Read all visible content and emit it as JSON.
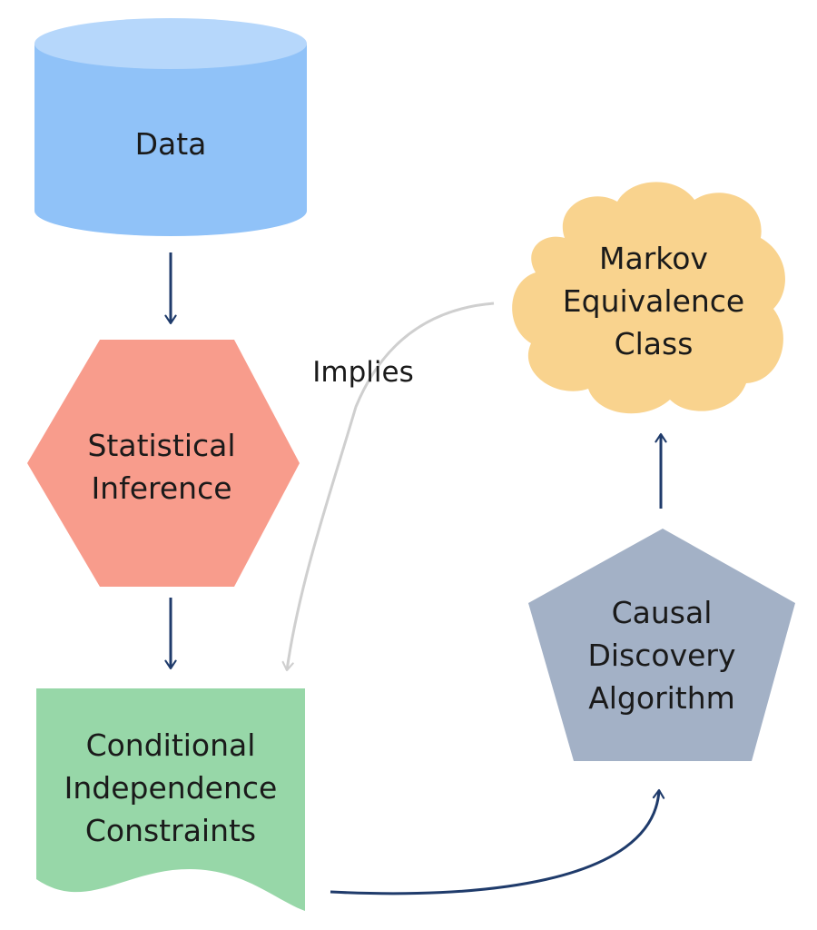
{
  "colors": {
    "data": "#90c2f8",
    "data_top": "#b6d7fb",
    "inference": "#f89c8c",
    "constraints": "#97d7a8",
    "algorithm": "#a3b1c6",
    "equivalence": "#f9d38e",
    "main_arrow": "#1f3b6b",
    "implies_arrow": "#cfcfcf"
  },
  "nodes": {
    "data": {
      "lines": [
        "Data"
      ],
      "shape": "cylinder"
    },
    "inference": {
      "lines": [
        "Statistical",
        "Inference"
      ],
      "shape": "hexagon"
    },
    "constraints": {
      "lines": [
        "Conditional",
        "Independence",
        "Constraints"
      ],
      "shape": "document"
    },
    "algorithm": {
      "lines": [
        "Causal",
        "Discovery",
        "Algorithm"
      ],
      "shape": "pentagon"
    },
    "equivalence": {
      "lines": [
        "Markov",
        "Equivalence",
        "Class"
      ],
      "shape": "cloud"
    }
  },
  "edges": {
    "implies_label": "Implies"
  }
}
